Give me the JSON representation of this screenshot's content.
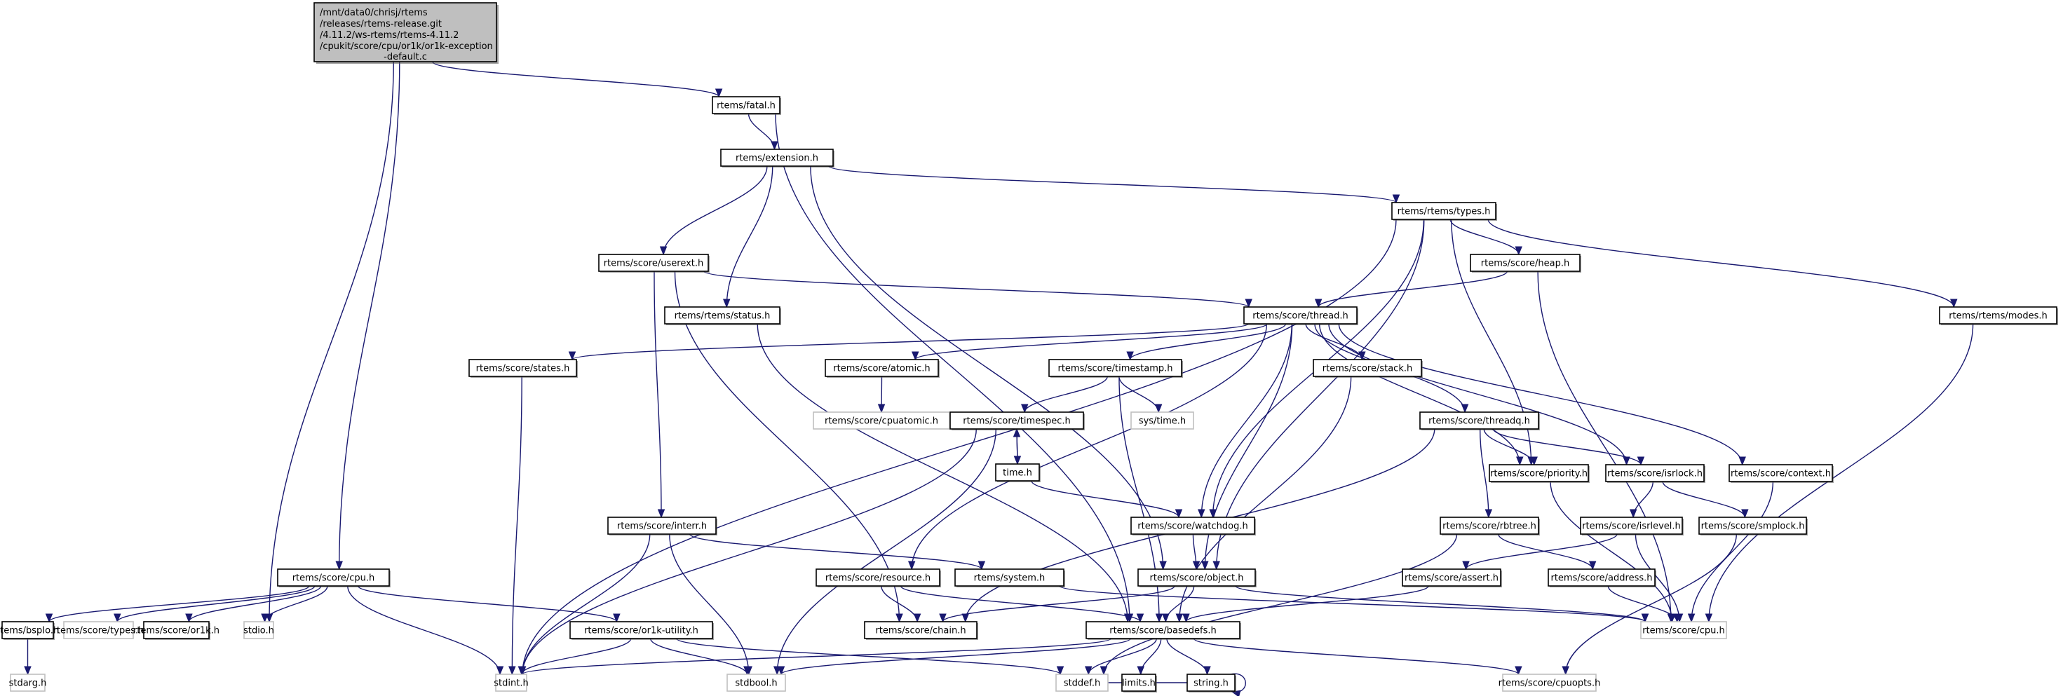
{
  "diagram": {
    "type": "include-dependency-graph",
    "root": {
      "id": "root",
      "label_lines": [
        "/mnt/data0/chrisj/rtems",
        "/releases/rtems-release.git",
        "/4.11.2/ws-rtems/rtems-4.11.2",
        "/cpukit/score/cpu/or1k/or1k-exception",
        "-default.c"
      ]
    },
    "colors": {
      "edge": "#191970",
      "root_fill": "#bfbfbf",
      "node_border": "#000000",
      "external_border": "#bfbfbf",
      "background": "#ffffff"
    },
    "nodes": [
      {
        "id": "fatal",
        "label": "rtems/fatal.h",
        "external": false
      },
      {
        "id": "extension",
        "label": "rtems/extension.h",
        "external": false
      },
      {
        "id": "rtypes",
        "label": "rtems/rtems/types.h",
        "external": false
      },
      {
        "id": "userext",
        "label": "rtems/score/userext.h",
        "external": false
      },
      {
        "id": "status",
        "label": "rtems/rtems/status.h",
        "external": false
      },
      {
        "id": "heap",
        "label": "rtems/score/heap.h",
        "external": false
      },
      {
        "id": "thread",
        "label": "rtems/score/thread.h",
        "external": false
      },
      {
        "id": "modes",
        "label": "rtems/rtems/modes.h",
        "external": false
      },
      {
        "id": "states",
        "label": "rtems/score/states.h",
        "external": false
      },
      {
        "id": "atomic",
        "label": "rtems/score/atomic.h",
        "external": false
      },
      {
        "id": "timestamp",
        "label": "rtems/score/timestamp.h",
        "external": false
      },
      {
        "id": "stack",
        "label": "rtems/score/stack.h",
        "external": false
      },
      {
        "id": "cpuatomic",
        "label": "rtems/score/cpuatomic.h",
        "external": true
      },
      {
        "id": "timespec",
        "label": "rtems/score/timespec.h",
        "external": false
      },
      {
        "id": "systime",
        "label": "sys/time.h",
        "external": true
      },
      {
        "id": "threadq",
        "label": "rtems/score/threadq.h",
        "external": false
      },
      {
        "id": "time",
        "label": "time.h",
        "external": false
      },
      {
        "id": "priority",
        "label": "rtems/score/priority.h",
        "external": false
      },
      {
        "id": "isrlock",
        "label": "rtems/score/isrlock.h",
        "external": false
      },
      {
        "id": "context",
        "label": "rtems/score/context.h",
        "external": false
      },
      {
        "id": "interr",
        "label": "rtems/score/interr.h",
        "external": false
      },
      {
        "id": "watchdog",
        "label": "rtems/score/watchdog.h",
        "external": false
      },
      {
        "id": "rbtree",
        "label": "rtems/score/rbtree.h",
        "external": false
      },
      {
        "id": "isrlevel",
        "label": "rtems/score/isrlevel.h",
        "external": false
      },
      {
        "id": "smplock",
        "label": "rtems/score/smplock.h",
        "external": false
      },
      {
        "id": "cpu",
        "label": "rtems/score/cpu.h",
        "external": false
      },
      {
        "id": "resource",
        "label": "rtems/score/resource.h",
        "external": false
      },
      {
        "id": "system",
        "label": "rtems/system.h",
        "external": false
      },
      {
        "id": "object",
        "label": "rtems/score/object.h",
        "external": false
      },
      {
        "id": "assert",
        "label": "rtems/score/assert.h",
        "external": false
      },
      {
        "id": "address",
        "label": "rtems/score/address.h",
        "external": false
      },
      {
        "id": "bspio",
        "label": "rtems/bspIo.h",
        "external": false
      },
      {
        "id": "stypes",
        "label": "rtems/score/types.h",
        "external": true
      },
      {
        "id": "or1k",
        "label": "rtems/score/or1k.h",
        "external": false
      },
      {
        "id": "stdio",
        "label": "stdio.h",
        "external": true
      },
      {
        "id": "or1kutil",
        "label": "rtems/score/or1k-utility.h",
        "external": false
      },
      {
        "id": "chain",
        "label": "rtems/score/chain.h",
        "external": false
      },
      {
        "id": "basedefs",
        "label": "rtems/score/basedefs.h",
        "external": false
      },
      {
        "id": "cpuext",
        "label": "rtems/score/cpu.h",
        "external": true
      },
      {
        "id": "stdarg",
        "label": "stdarg.h",
        "external": true
      },
      {
        "id": "stdint",
        "label": "stdint.h",
        "external": true
      },
      {
        "id": "stdbool",
        "label": "stdbool.h",
        "external": true
      },
      {
        "id": "stddef",
        "label": "stddef.h",
        "external": true
      },
      {
        "id": "limits",
        "label": "limits.h",
        "external": false
      },
      {
        "id": "string",
        "label": "string.h",
        "external": false
      },
      {
        "id": "cpuopts",
        "label": "rtems/score/cpuopts.h",
        "external": true
      }
    ],
    "edges": [
      [
        "root",
        "fatal"
      ],
      [
        "root",
        "cpu"
      ],
      [
        "root",
        "stdio"
      ],
      [
        "fatal",
        "extension"
      ],
      [
        "fatal",
        "basedefs"
      ],
      [
        "extension",
        "rtypes"
      ],
      [
        "extension",
        "userext"
      ],
      [
        "extension",
        "status"
      ],
      [
        "extension",
        "object"
      ],
      [
        "rtypes",
        "heap"
      ],
      [
        "rtypes",
        "modes"
      ],
      [
        "rtypes",
        "stdint"
      ],
      [
        "rtypes",
        "object"
      ],
      [
        "rtypes",
        "priority"
      ],
      [
        "rtypes",
        "watchdog"
      ],
      [
        "heap",
        "thread"
      ],
      [
        "heap",
        "cpuext"
      ],
      [
        "userext",
        "thread"
      ],
      [
        "userext",
        "interr"
      ],
      [
        "userext",
        "chain"
      ],
      [
        "status",
        "basedefs"
      ],
      [
        "modes",
        "cpuext"
      ],
      [
        "thread",
        "states"
      ],
      [
        "thread",
        "atomic"
      ],
      [
        "thread",
        "timestamp"
      ],
      [
        "thread",
        "stack"
      ],
      [
        "thread",
        "threadq"
      ],
      [
        "thread",
        "priority"
      ],
      [
        "thread",
        "isrlock"
      ],
      [
        "thread",
        "context"
      ],
      [
        "thread",
        "resource"
      ],
      [
        "thread",
        "watchdog"
      ],
      [
        "thread",
        "object"
      ],
      [
        "states",
        "stdint"
      ],
      [
        "atomic",
        "cpuatomic"
      ],
      [
        "timestamp",
        "timespec"
      ],
      [
        "timestamp",
        "systime"
      ],
      [
        "timestamp",
        "basedefs"
      ],
      [
        "stack",
        "basedefs"
      ],
      [
        "timespec",
        "time"
      ],
      [
        "timespec",
        "stdint"
      ],
      [
        "timespec",
        "stdbool"
      ],
      [
        "time",
        "timespec"
      ],
      [
        "time",
        "watchdog"
      ],
      [
        "threadq",
        "priority"
      ],
      [
        "threadq",
        "isrlock"
      ],
      [
        "threadq",
        "rbtree"
      ],
      [
        "threadq",
        "chain"
      ],
      [
        "priority",
        "cpuext"
      ],
      [
        "isrlock",
        "isrlevel"
      ],
      [
        "isrlock",
        "smplock"
      ],
      [
        "context",
        "cpuext"
      ],
      [
        "isrlevel",
        "assert"
      ],
      [
        "isrlevel",
        "cpuext"
      ],
      [
        "smplock",
        "cpuopts"
      ],
      [
        "rbtree",
        "address"
      ],
      [
        "rbtree",
        "stddef"
      ],
      [
        "address",
        "cpuext"
      ],
      [
        "assert",
        "basedefs"
      ],
      [
        "interr",
        "system"
      ],
      [
        "interr",
        "stdint"
      ],
      [
        "interr",
        "stdbool"
      ],
      [
        "watchdog",
        "object"
      ],
      [
        "object",
        "chain"
      ],
      [
        "object",
        "basedefs"
      ],
      [
        "object",
        "cpuext"
      ],
      [
        "resource",
        "chain"
      ],
      [
        "resource",
        "basedefs"
      ],
      [
        "system",
        "cpuext"
      ],
      [
        "cpu",
        "bspio"
      ],
      [
        "cpu",
        "stypes"
      ],
      [
        "cpu",
        "or1k"
      ],
      [
        "cpu",
        "stdio"
      ],
      [
        "cpu",
        "stdint"
      ],
      [
        "cpu",
        "or1kutil"
      ],
      [
        "bspio",
        "stdarg"
      ],
      [
        "or1kutil",
        "stdint"
      ],
      [
        "or1kutil",
        "stdbool"
      ],
      [
        "or1kutil",
        "stddef"
      ],
      [
        "basedefs",
        "stdint"
      ],
      [
        "basedefs",
        "stdbool"
      ],
      [
        "basedefs",
        "stddef"
      ],
      [
        "basedefs",
        "limits"
      ],
      [
        "basedefs",
        "string"
      ],
      [
        "basedefs",
        "cpuopts"
      ],
      [
        "string",
        "string"
      ],
      [
        "string",
        "stddef"
      ]
    ]
  }
}
